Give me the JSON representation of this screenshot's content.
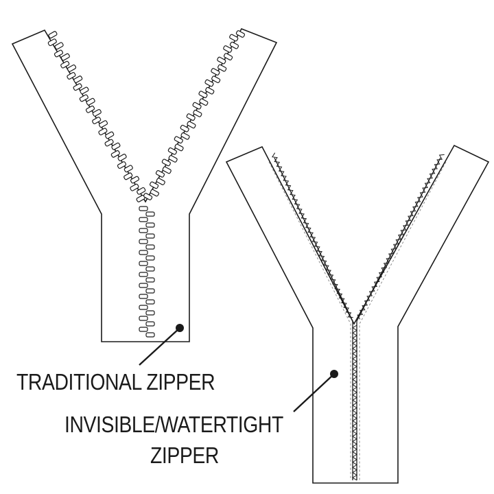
{
  "labels": {
    "traditional": "TRADITIONAL ZIPPER",
    "invisible_line1": "INVISIBLE/WATERTIGHT",
    "invisible_line2": "ZIPPER"
  },
  "colors": {
    "background": "#ffffff",
    "line": "#1a1a1a",
    "stitch": "#888888"
  }
}
